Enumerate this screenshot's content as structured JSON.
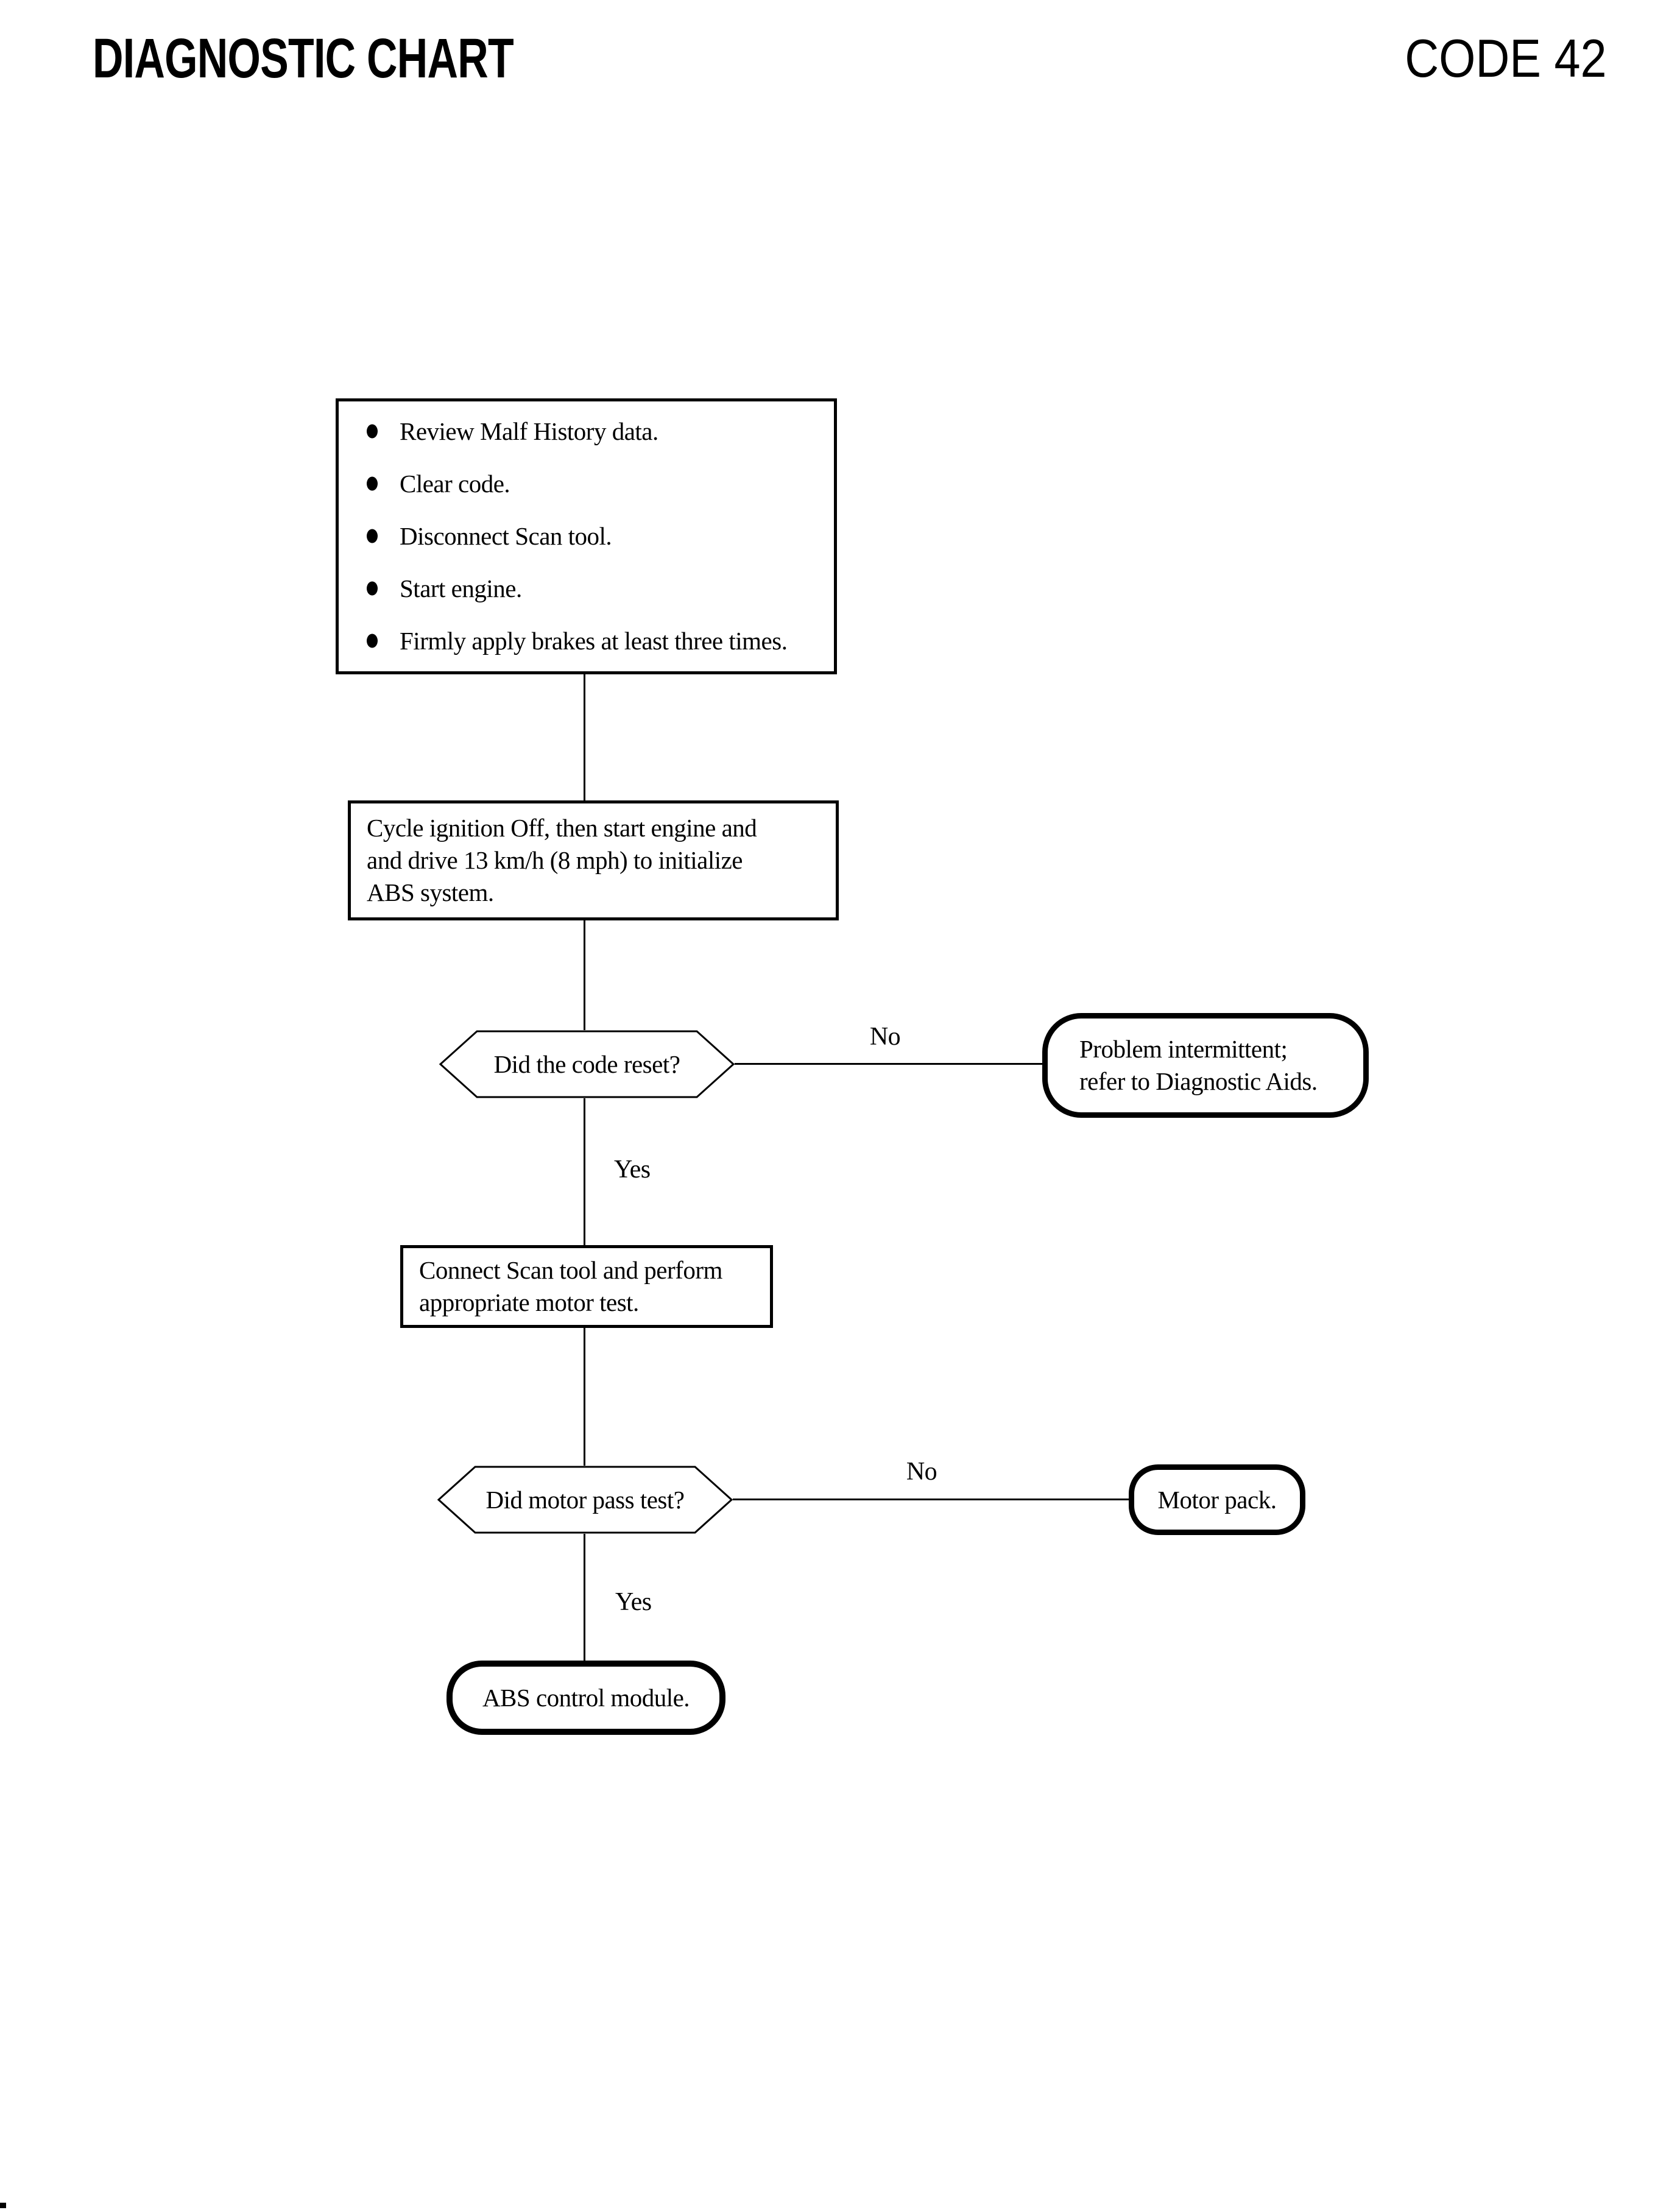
{
  "header": {
    "title": "DIAGNOSTIC CHART",
    "code": "CODE 42"
  },
  "flow": {
    "prep_box": {
      "items": [
        "Review Malf History data.",
        "Clear code.",
        "Disconnect Scan tool.",
        "Start engine.",
        "Firmly apply brakes at least three times."
      ]
    },
    "init_box": {
      "line1": "Cycle ignition Off, then start engine and",
      "line2": "and drive 13 km/h (8 mph) to initialize",
      "line3": "ABS system."
    },
    "decision_code_reset": {
      "question": "Did the code reset?",
      "no": "No",
      "yes": "Yes"
    },
    "terminal_intermittent": {
      "line1": "Problem intermittent;",
      "line2": "refer to Diagnostic Aids."
    },
    "motor_test_box": {
      "line1": "Connect Scan tool and perform",
      "line2": "appropriate motor test."
    },
    "decision_motor_pass": {
      "question": "Did motor pass test?",
      "no": "No",
      "yes": "Yes"
    },
    "terminal_motor_pack": {
      "label": "Motor pack."
    },
    "terminal_abs_module": {
      "label": "ABS control module."
    }
  },
  "colors": {
    "ink": "#000000",
    "paper": "#ffffff"
  }
}
